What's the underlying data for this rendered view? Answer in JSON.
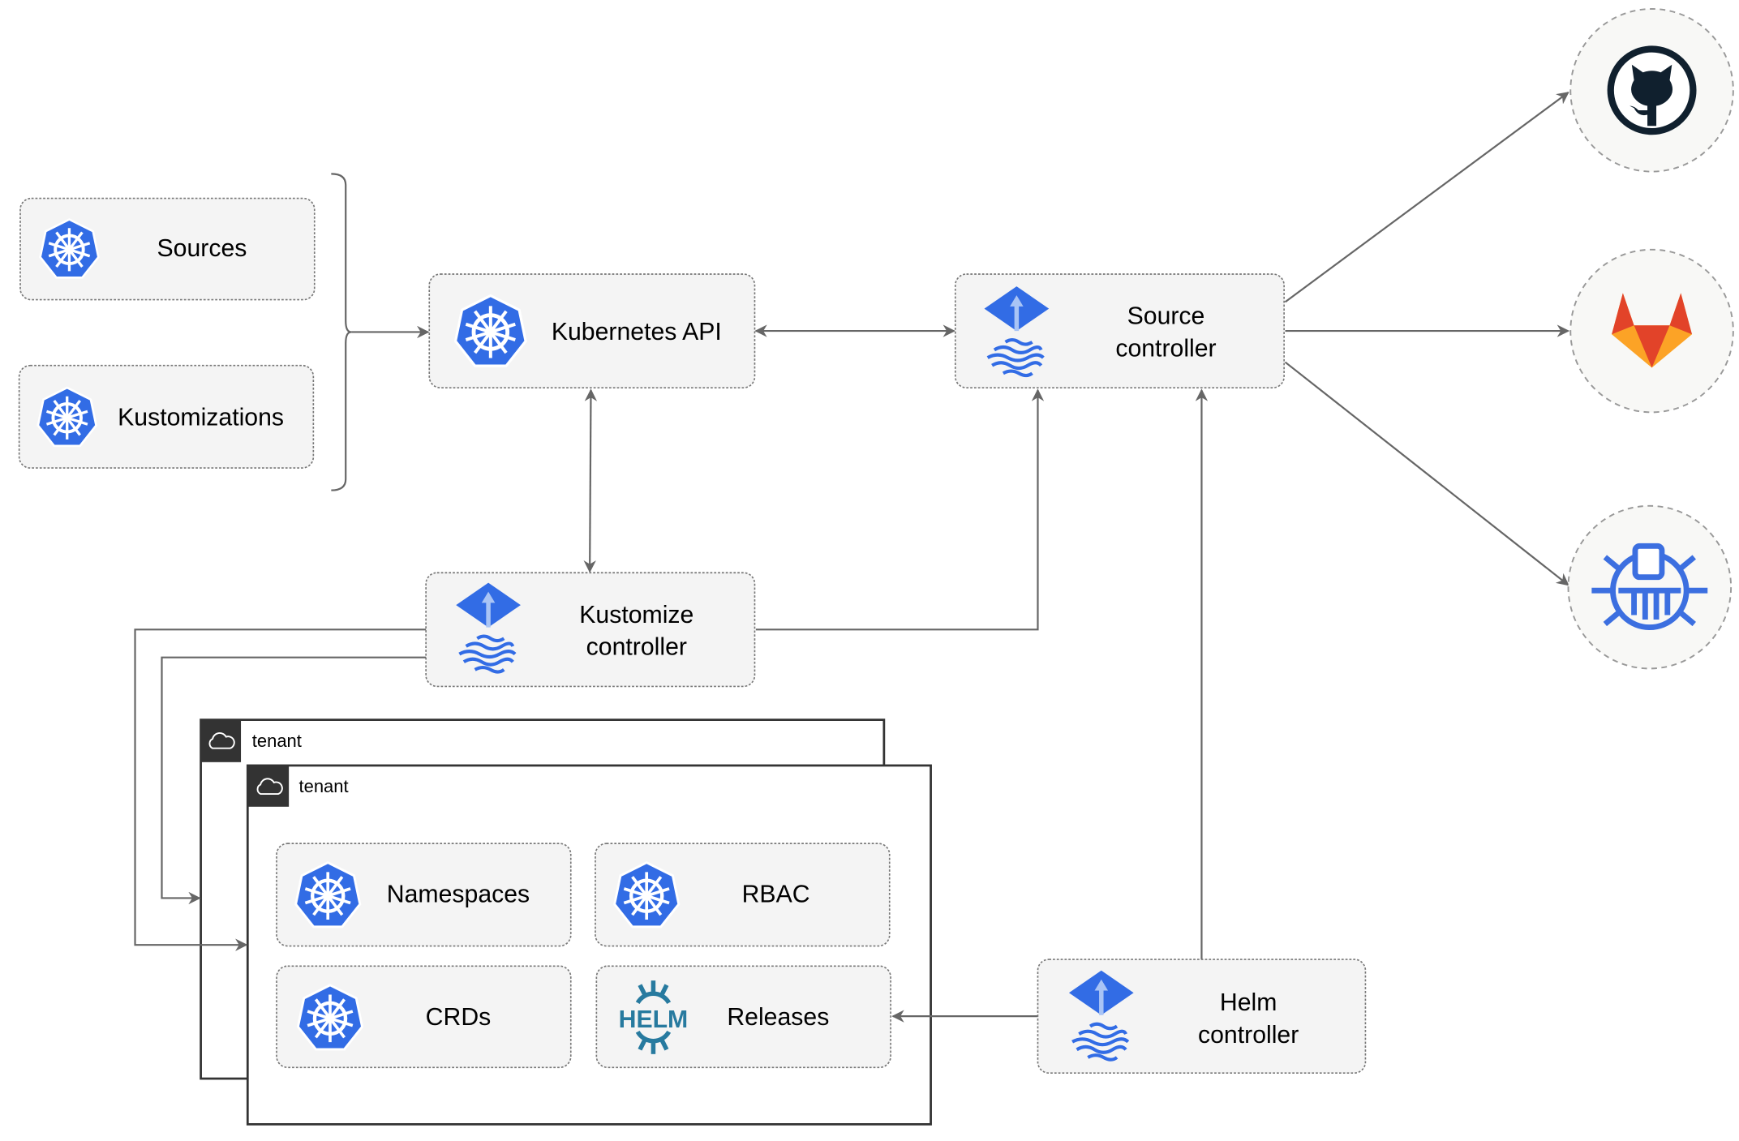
{
  "nodes": {
    "sources": "Sources",
    "kustomizations": "Kustomizations",
    "kubernetes_api": "Kubernetes API",
    "source_controller": [
      "Source",
      "controller"
    ],
    "kustomize_controller": [
      "Kustomize",
      "controller"
    ],
    "helm_controller": [
      "Helm",
      "controller"
    ],
    "namespaces": "Namespaces",
    "rbac": "RBAC",
    "crds": "CRDs",
    "releases": "Releases"
  },
  "tenants": [
    "tenant",
    "tenant"
  ],
  "logos": {
    "helm": "HELM"
  },
  "external_sources": [
    "github-icon",
    "gitlab-icon",
    "bucket-icon"
  ],
  "colors": {
    "kubernetes_blue": "#326CE5",
    "helm_teal": "#277A9F",
    "gitlab_orange": "#E24329",
    "github_dark": "#10202E",
    "edge": "#666666"
  }
}
